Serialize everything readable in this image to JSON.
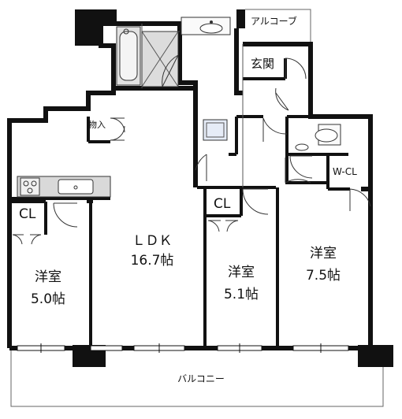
{
  "rooms": {
    "alcove": "アルコーブ",
    "entrance": "玄関",
    "storage": "物入",
    "wcl": "W-CL",
    "cl_left": "CL",
    "cl_mid": "CL",
    "ldk_name": "ＬＤＫ",
    "ldk_size": "16.7帖",
    "room1_name": "洋室",
    "room1_size": "5.0帖",
    "room2_name": "洋室",
    "room2_size": "5.1帖",
    "room3_name": "洋室",
    "room3_size": "7.5帖",
    "balcony": "バルコニー"
  },
  "colors": {
    "wall": "#111111",
    "fixture_fill": "#d9d9d9",
    "bath_fill": "#e2e2e2",
    "washer_fill": "#e6ecf7",
    "line": "#333333"
  }
}
